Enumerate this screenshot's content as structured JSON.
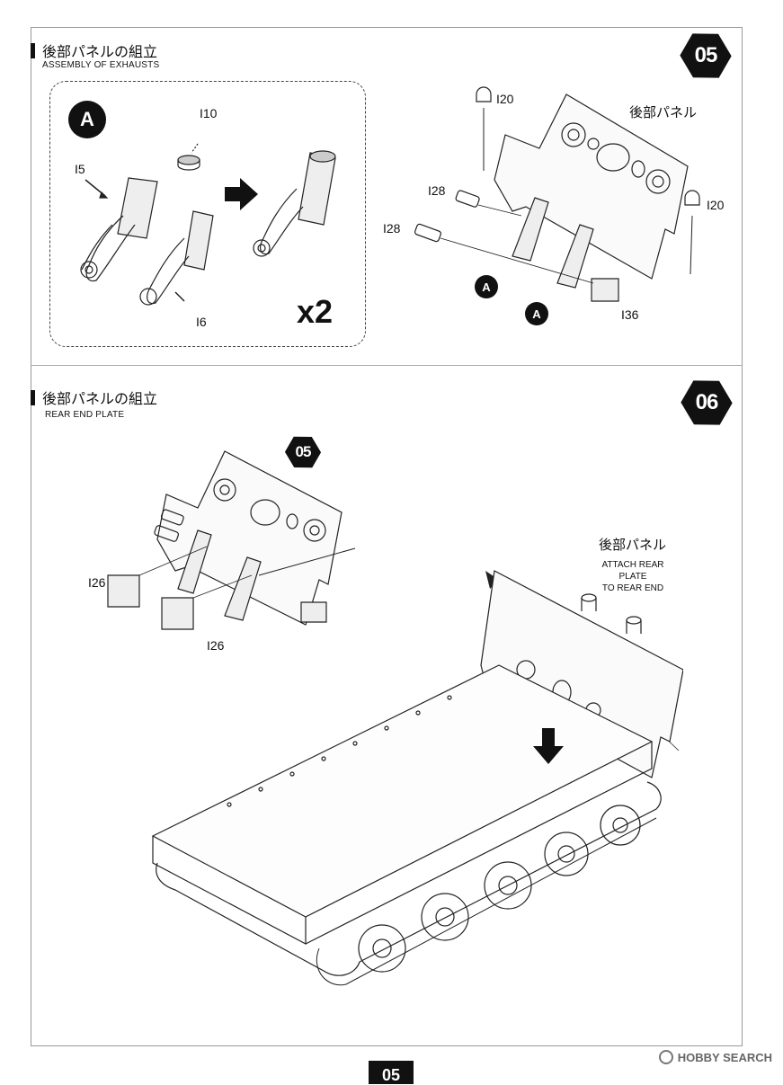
{
  "step5": {
    "title_jp": "後部パネルの組立",
    "title_en": "ASSEMBLY OF EXHAUSTS",
    "step_number": "05",
    "subassembly": {
      "marker": "A",
      "parts": {
        "p_i10": "I10",
        "p_i5": "I5",
        "p_i6": "I6"
      },
      "multiplier": "x2"
    },
    "panel_label_jp": "後部パネル",
    "parts": {
      "i20_left": "I20",
      "i20_right": "I20",
      "i28_upper": "I28",
      "i28_lower": "I28",
      "i36": "I36"
    },
    "markers": {
      "a1": "A",
      "a2": "A"
    }
  },
  "step6": {
    "title_jp": "後部パネルの組立",
    "title_en": "REAR END PLATE",
    "step_number": "06",
    "ref_step": "05",
    "parts": {
      "i26_upper": "I26",
      "i26_lower": "I26"
    },
    "panel_label_jp": "後部パネル",
    "instruction_en_line1": "ATTACH REAR PLATE",
    "instruction_en_line2": "TO REAR END"
  },
  "footer": {
    "page_number": "05",
    "watermark": "HOBBY SEARCH"
  },
  "icons": [
    "arrow-right-icon",
    "arrow-down-icon",
    "hexagon-badge-icon",
    "circle-marker-icon"
  ]
}
